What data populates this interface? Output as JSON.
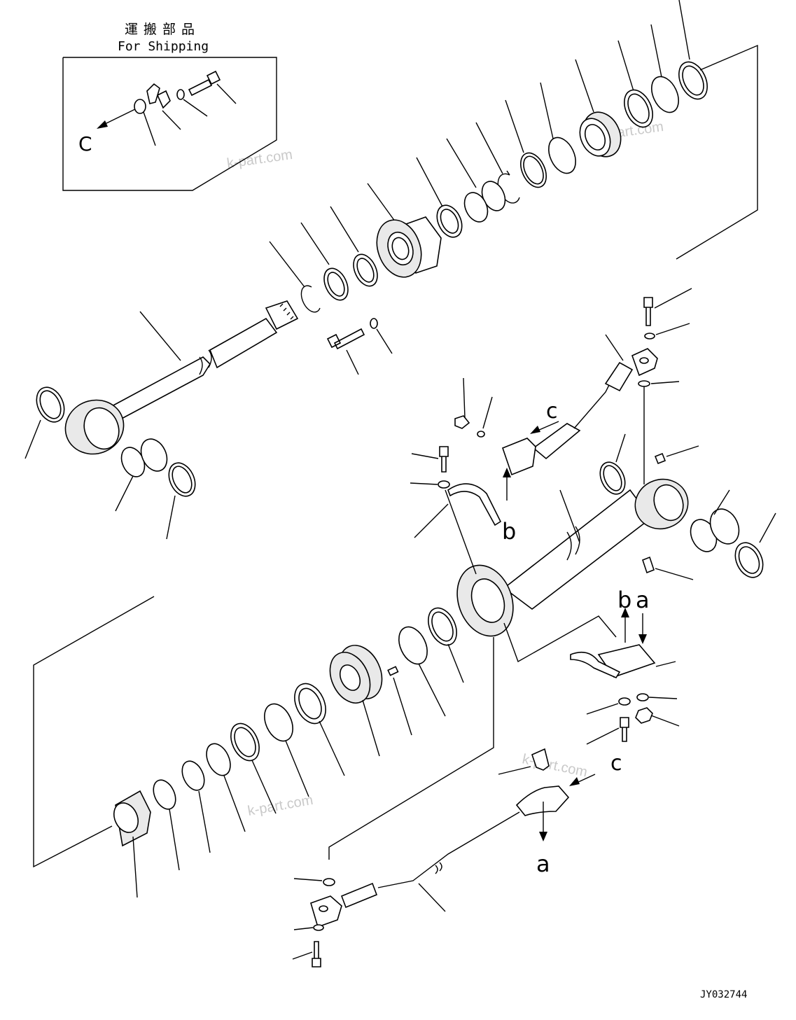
{
  "shipping_box": {
    "title_jp": "運搬部品",
    "title_en": "For Shipping",
    "callout": "C"
  },
  "callouts": {
    "b_upper": "b",
    "c_upper": "c",
    "b_right": "b",
    "a_right": "a",
    "c_lower": "c",
    "a_lower": "a"
  },
  "watermarks": [
    "k-part.com",
    "k-part.com",
    "k-part.com",
    "k-part.com"
  ],
  "drawing_number": "JY032744"
}
